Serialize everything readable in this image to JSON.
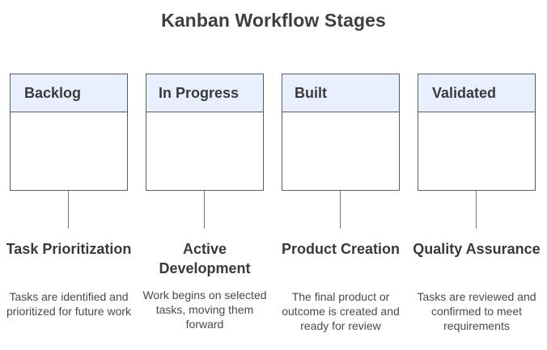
{
  "title": "Kanban Workflow Stages",
  "stages": [
    {
      "header": "Backlog",
      "label": "Task Prioritization",
      "description": "Tasks are identified and prioritized for future work"
    },
    {
      "header": "In Progress",
      "label": "Active Development",
      "description": "Work begins on selected tasks, moving them forward"
    },
    {
      "header": "Built",
      "label": "Product Creation",
      "description": "The final product or outcome is created and ready for review"
    },
    {
      "header": "Validated",
      "label": "Quality Assurance",
      "description": "Tasks are reviewed and confirmed to meet requirements"
    }
  ],
  "colors": {
    "header_fill": "#e8efff",
    "border": "#5c5c5c",
    "connector": "#7a7a7a"
  }
}
